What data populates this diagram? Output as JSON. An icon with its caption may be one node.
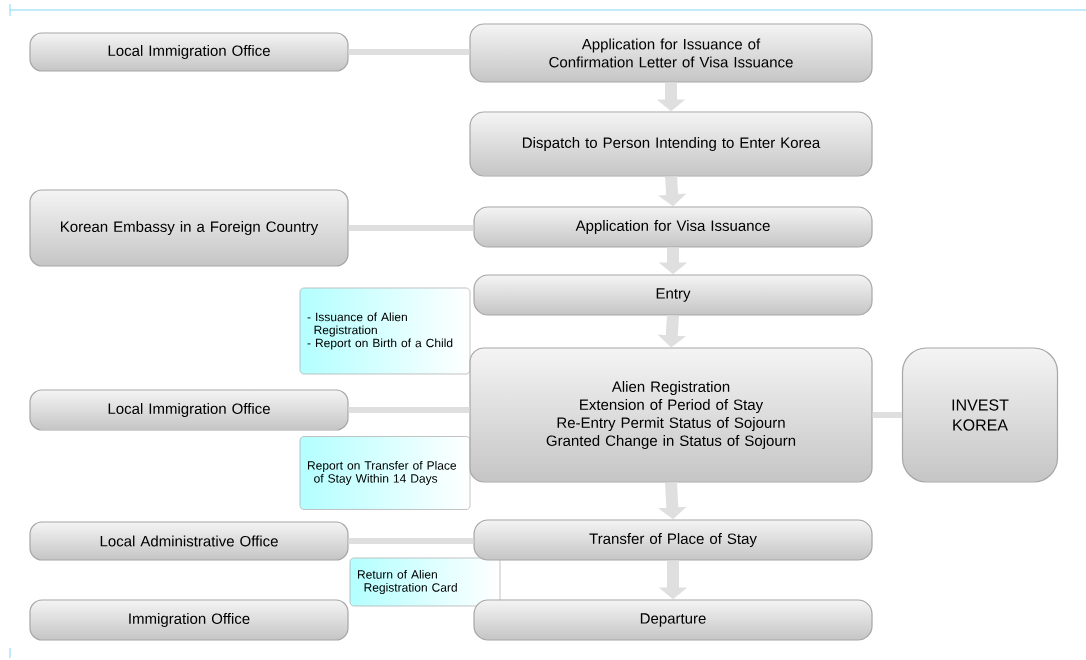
{
  "diagram": {
    "nodes": [
      {
        "text": [
          "Local Immigration Office"
        ]
      },
      {
        "text": [
          "Application for Issuance of Confirmation Letter of Visa Issuance"
        ]
      },
      {
        "text": [
          "Dispatch to Person Intending to Enter Korea"
        ]
      },
      {
        "text": [
          "Korean Embassy in a Foreign Country"
        ]
      },
      {
        "text": [
          "Application for Visa Issuance"
        ]
      },
      {
        "text": [
          "Entry"
        ]
      },
      {
        "text": [
          "- Issuance of Alien Registration",
          "- Report on Birth of a Child"
        ]
      },
      {
        "text": [
          "Local Immigration Office"
        ]
      },
      {
        "text": [
          "Alien Registration",
          "Extension of Period of Stay",
          "Re-Entry Permit Status of Sojourn",
          "Granted Change in Status of Sojourn"
        ]
      },
      {
        "text": [
          "INVEST KOREA"
        ]
      },
      {
        "text": [
          "Report on Transfer of Place of Stay Within 14 Days"
        ]
      },
      {
        "text": [
          "Local Administrative Office"
        ]
      },
      {
        "text": [
          "Transfer of Place of Stay"
        ]
      },
      {
        "text": [
          "Return of Alien Registration Card"
        ]
      },
      {
        "text": [
          "Immigration Office"
        ]
      },
      {
        "text": [
          "Departure"
        ]
      }
    ],
    "edges": [
      {
        "from": 0,
        "to": 1,
        "arrow": "none"
      },
      {
        "from": 1,
        "to": 2,
        "arrow": "to"
      },
      {
        "from": 2,
        "to": 4,
        "arrow": "to"
      },
      {
        "from": 3,
        "to": 4,
        "arrow": "none"
      },
      {
        "from": 4,
        "to": 5,
        "arrow": "to"
      },
      {
        "from": 5,
        "to": 8,
        "arrow": "to"
      },
      {
        "from": 7,
        "to": 8,
        "arrow": "none"
      },
      {
        "from": 8,
        "to": 9,
        "arrow": "none"
      },
      {
        "from": 8,
        "to": 12,
        "arrow": "to"
      },
      {
        "from": 11,
        "to": 12,
        "arrow": "none"
      },
      {
        "from": 12,
        "to": 15,
        "arrow": "to"
      }
    ]
  }
}
